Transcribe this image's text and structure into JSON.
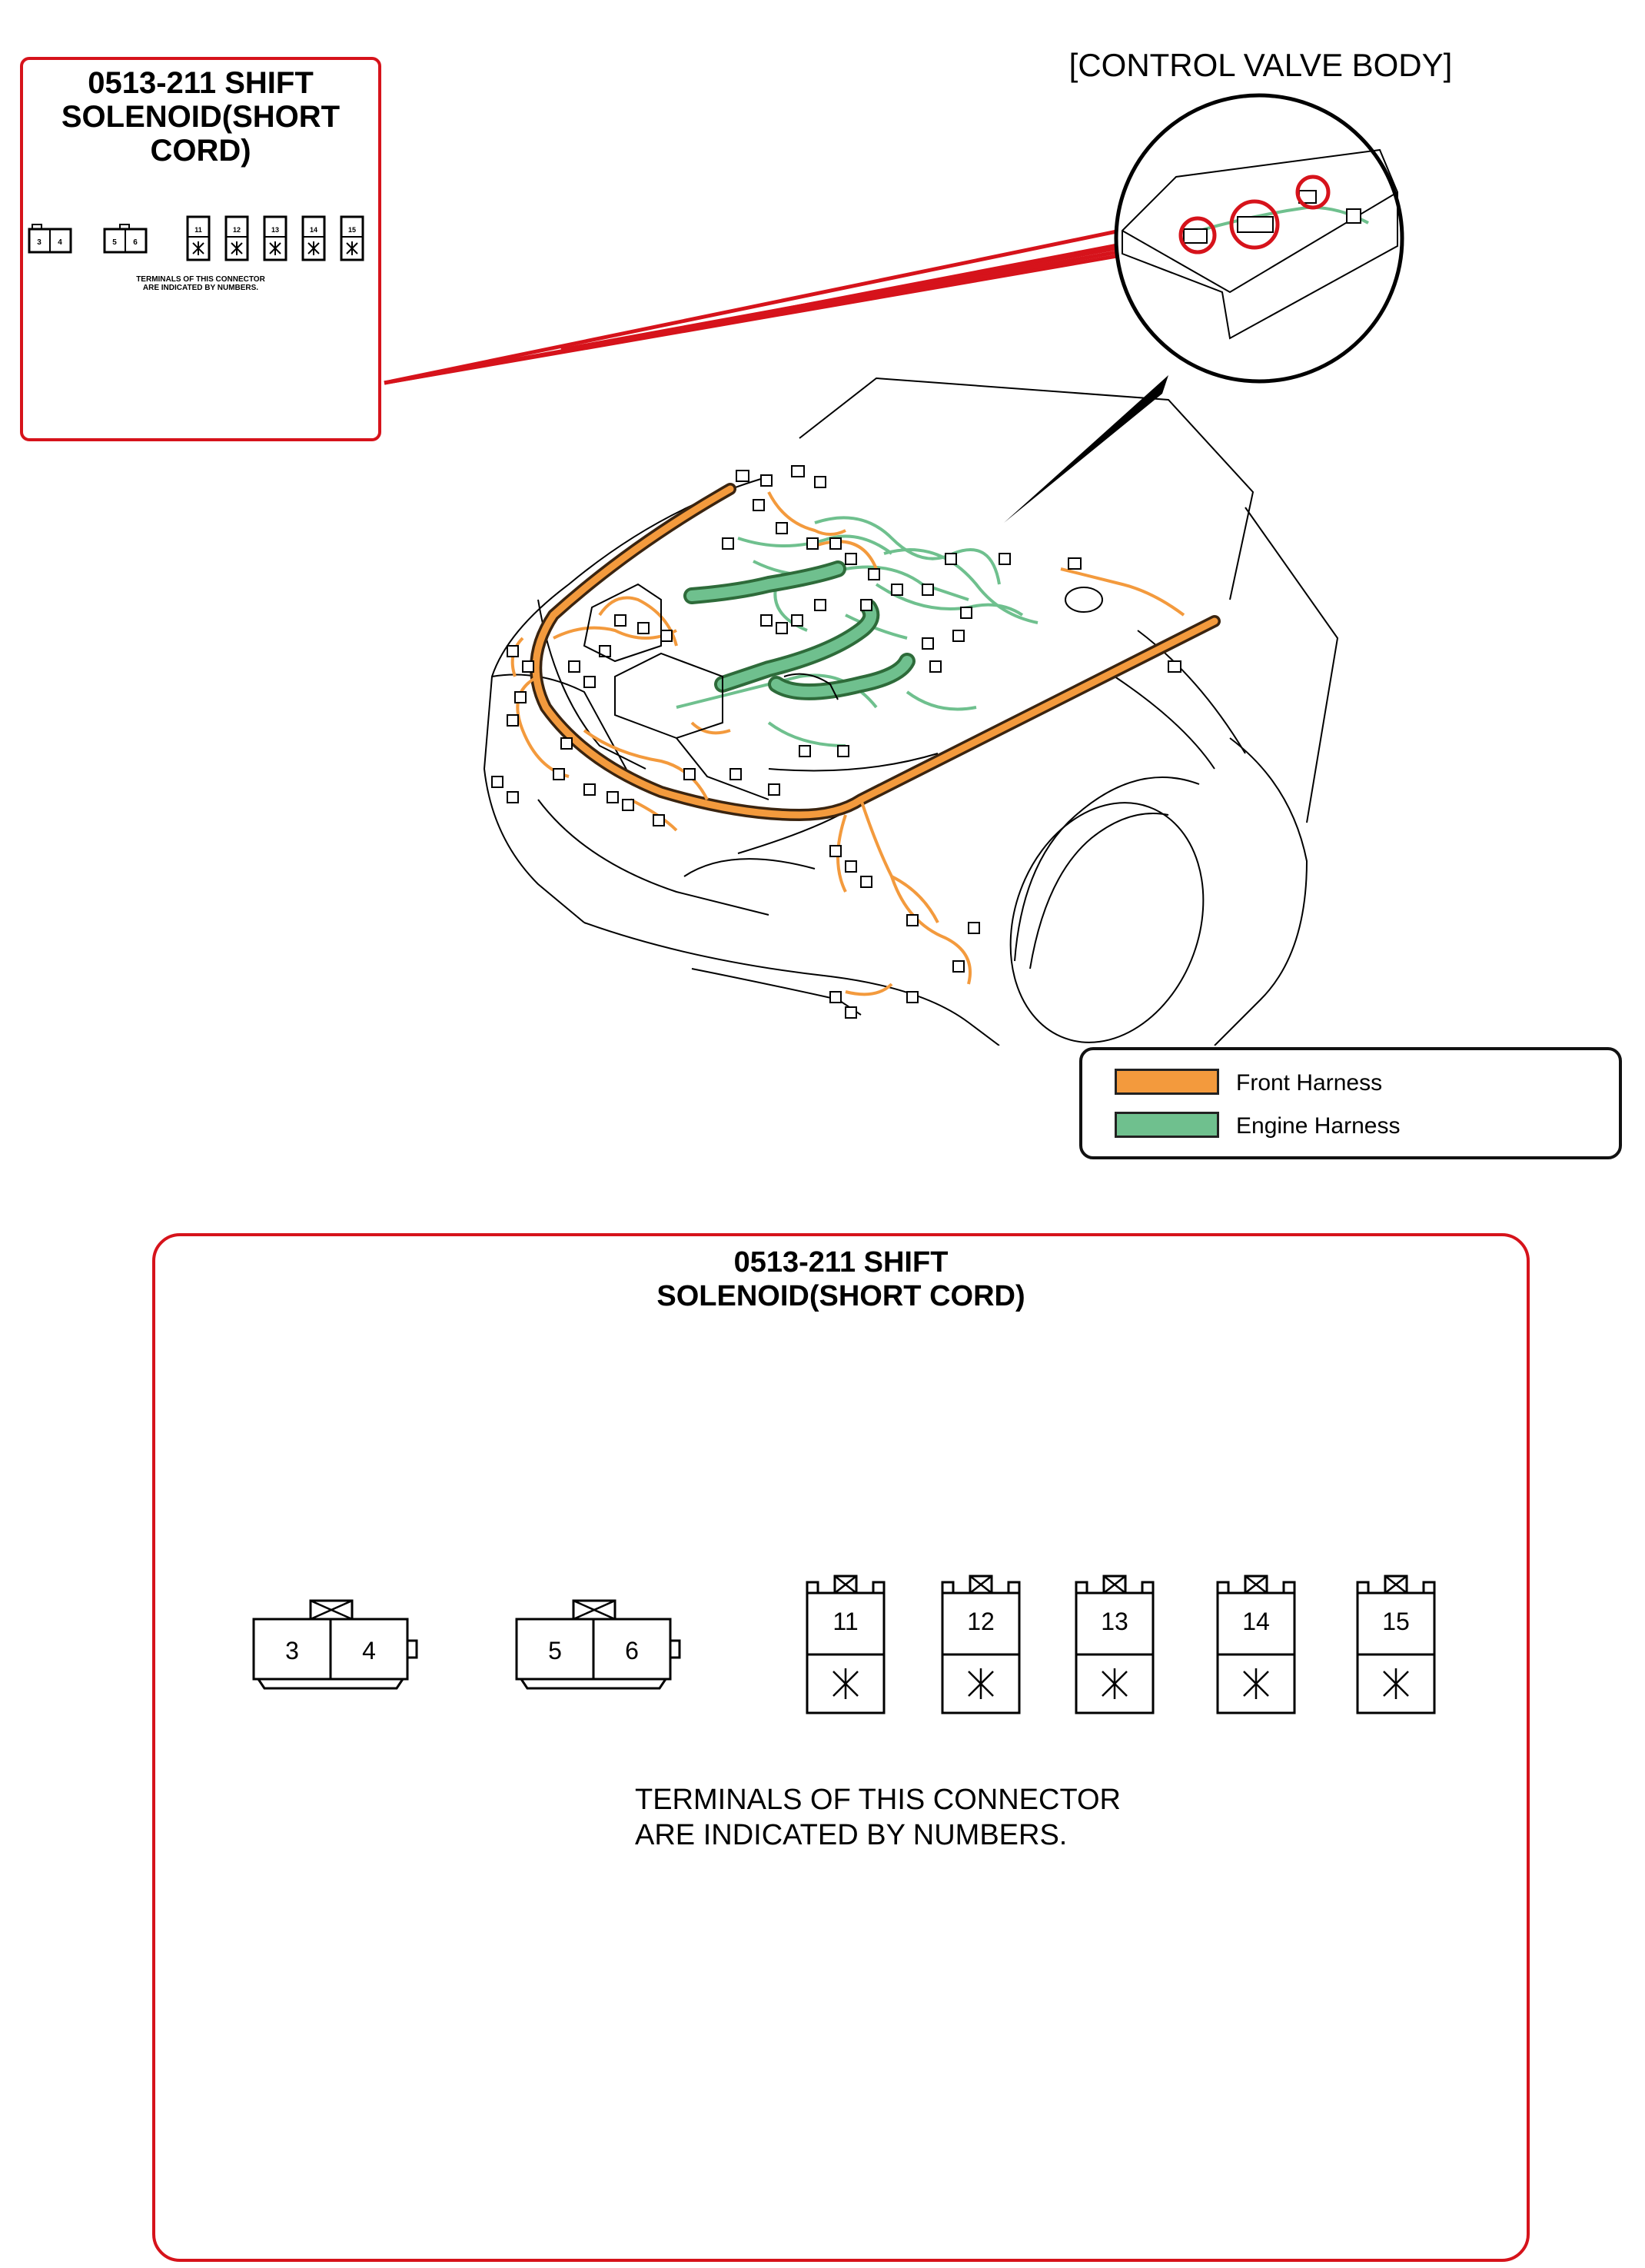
{
  "callout_small": {
    "title": "0513-211 SHIFT\nSOLENOID(SHORT\nCORD)",
    "note": "TERMINALS OF THIS CONNECTOR\nARE INDICATED BY NUMBERS."
  },
  "detail_view": {
    "title": "[CONTROL VALVE BODY]"
  },
  "legend": {
    "items": [
      {
        "label": "Front Harness",
        "color": "#f39a3d"
      },
      {
        "label": "Engine Harness",
        "color": "#6fc08e"
      }
    ]
  },
  "callout_large": {
    "title": "0513-211 SHIFT\nSOLENOID(SHORT CORD)",
    "note": "TERMINALS OF THIS CONNECTOR\nARE INDICATED BY NUMBERS."
  },
  "connectors": {
    "two_pin": [
      {
        "pins": [
          "3",
          "4"
        ]
      },
      {
        "pins": [
          "5",
          "6"
        ]
      }
    ],
    "single_pin": [
      {
        "pin": "11"
      },
      {
        "pin": "12"
      },
      {
        "pin": "13"
      },
      {
        "pin": "14"
      },
      {
        "pin": "15"
      }
    ]
  },
  "colors": {
    "callout_border": "#d6131b",
    "front_harness": "#f39a3d",
    "engine_harness": "#6fc08e"
  }
}
